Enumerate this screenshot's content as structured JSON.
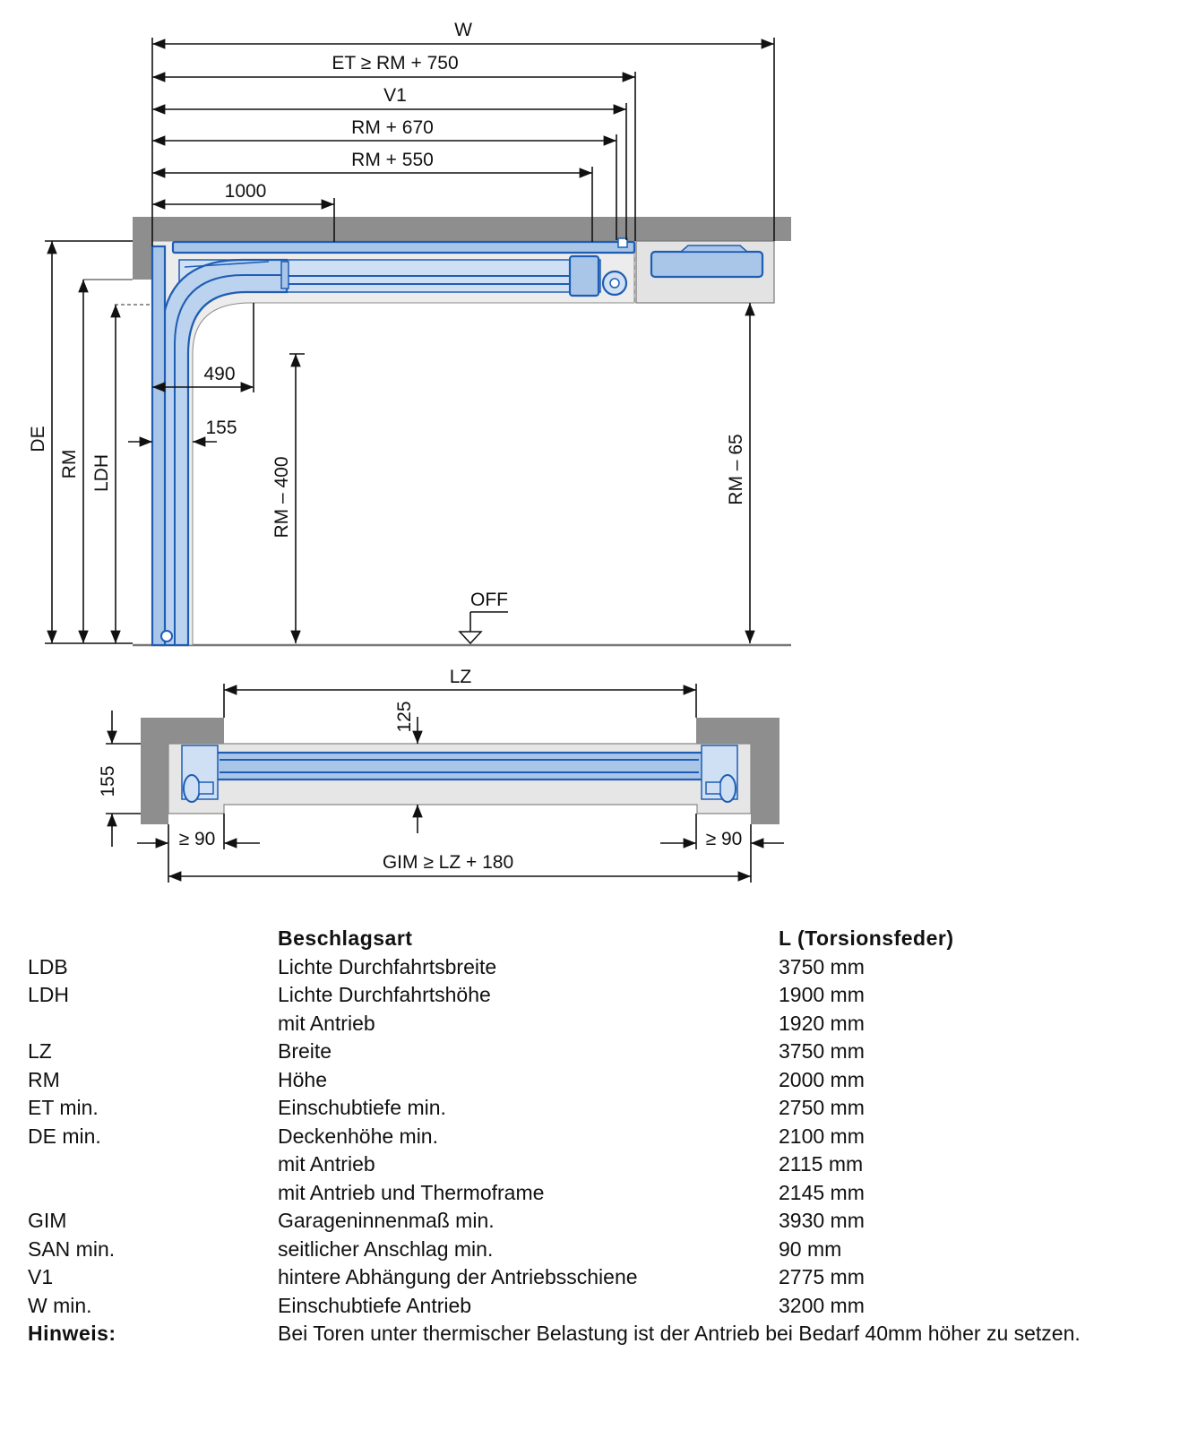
{
  "side_view": {
    "labels": {
      "w": "W",
      "et": "ET ≥ RM + 750",
      "v1": "V1",
      "rm670": "RM + 670",
      "rm550": "RM + 550",
      "d1000": "1000",
      "d490": "490",
      "d155": "155",
      "de": "DE",
      "rm": "RM",
      "ldh": "LDH",
      "rm400": "RM – 400",
      "rm65": "RM – 65",
      "off": "OFF"
    }
  },
  "top_view": {
    "labels": {
      "lz": "LZ",
      "d125": "125",
      "d155": "155",
      "left90": "≥ 90",
      "right90": "≥ 90",
      "gim": "GIM ≥ LZ + 180"
    }
  },
  "spec_table": {
    "header": {
      "col1": "",
      "col2": "Beschlagsart",
      "col3": "L (Torsionsfeder)"
    },
    "rows": [
      {
        "code": "LDB",
        "desc": "Lichte Durchfahrtsbreite",
        "value": "3750 mm"
      },
      {
        "code": "LDH",
        "desc": "Lichte Durchfahrtshöhe",
        "value": "1900 mm"
      },
      {
        "code": "",
        "desc": "mit Antrieb",
        "value": "1920 mm"
      },
      {
        "code": "LZ",
        "desc": "Breite",
        "value": "3750 mm"
      },
      {
        "code": "RM",
        "desc": "Höhe",
        "value": "2000 mm"
      },
      {
        "code": "ET min.",
        "desc": "Einschubtiefe min.",
        "value": "2750 mm"
      },
      {
        "code": "DE min.",
        "desc": "Deckenhöhe min.",
        "value": "2100 mm"
      },
      {
        "code": "",
        "desc": "mit Antrieb",
        "value": "2115 mm"
      },
      {
        "code": "",
        "desc": "mit Antrieb und Thermoframe",
        "value": "2145 mm"
      },
      {
        "code": "GIM",
        "desc": "Garageninnenmaß min.",
        "value": "3930 mm"
      },
      {
        "code": "SAN min.",
        "desc": "seitlicher Anschlag min.",
        "value": "90 mm"
      },
      {
        "code": "V1",
        "desc": "hintere Abhängung der Antriebsschiene",
        "value": "2775 mm"
      },
      {
        "code": "W min.",
        "desc": "Einschubtiefe Antrieb",
        "value": "3200 mm"
      }
    ],
    "note_label": "Hinweis:",
    "note_text": "Bei Toren unter thermischer Belastung ist der Antrieb bei Bedarf 40mm höher zu setzen."
  }
}
